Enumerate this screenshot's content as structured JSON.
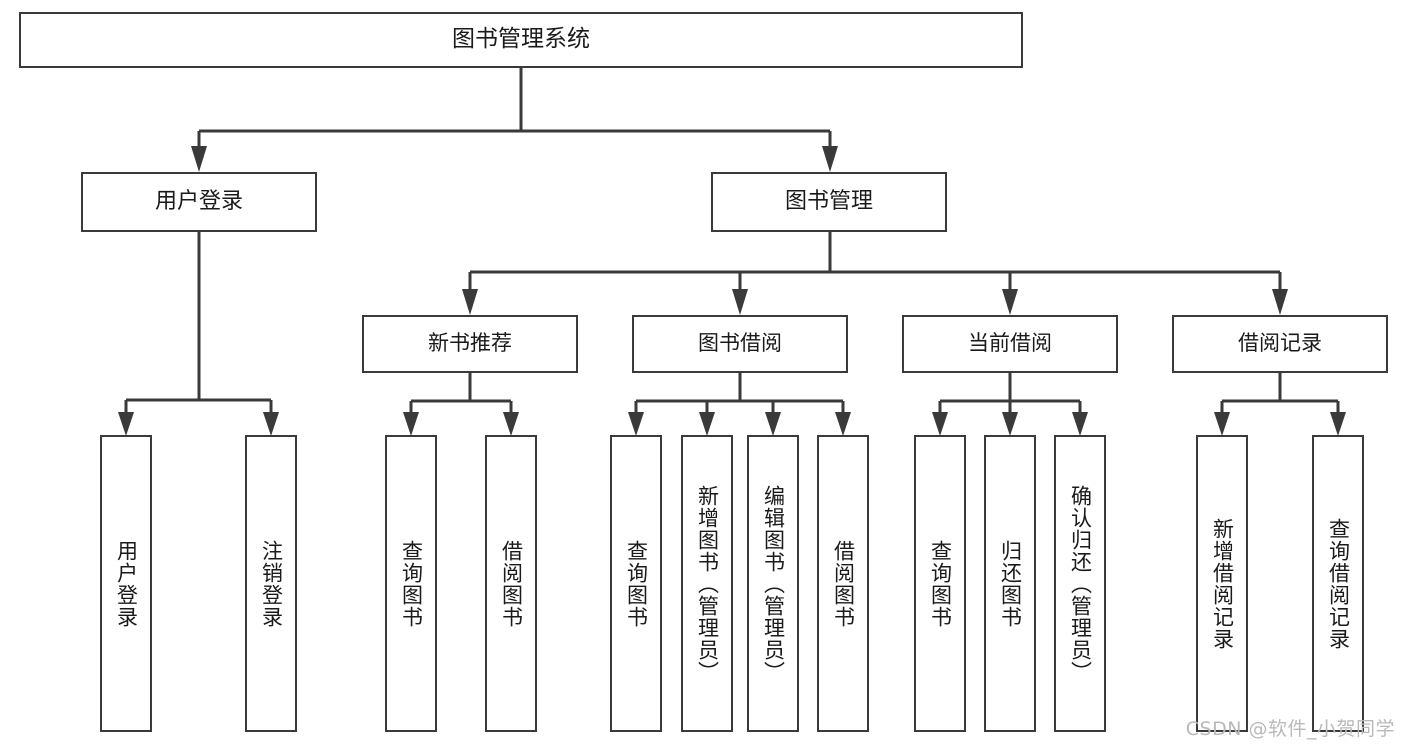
{
  "diagram": {
    "type": "tree-hierarchy-chart",
    "title_node": "图书管理系统",
    "line_color": "#3a3a3a",
    "background_color": "#ffffff",
    "text_color": "#1a1a1a",
    "levels": {
      "root": [
        "图书管理系统"
      ],
      "level2": [
        "用户登录",
        "图书管理"
      ],
      "level3": [
        "新书推荐",
        "图书借阅",
        "当前借阅",
        "借阅记录"
      ],
      "leaves": [
        "用户登录",
        "注销登录",
        "查询图书",
        "借阅图书",
        "查询图书",
        "新增图书（管理员）",
        "编辑图书（管理员）",
        "借阅图书",
        "查询图书",
        "归还图书",
        "确认归还（管理员）",
        "新增借阅记录",
        "查询借阅记录"
      ]
    },
    "nodes": {
      "root": {
        "label": "图书管理系统"
      },
      "user_login": {
        "label": "用户登录"
      },
      "book_manage": {
        "label": "图书管理"
      },
      "new_book_rec": {
        "label": "新书推荐"
      },
      "book_borrow": {
        "label": "图书借阅"
      },
      "current_borrow": {
        "label": "当前借阅"
      },
      "borrow_record": {
        "label": "借阅记录"
      },
      "leaf_user_login": {
        "label": "用户登录"
      },
      "leaf_logout": {
        "label": "注销登录"
      },
      "leaf_query_book_1": {
        "label": "查询图书"
      },
      "leaf_borrow_book_1": {
        "label": "借阅图书"
      },
      "leaf_query_book_2": {
        "label": "查询图书"
      },
      "leaf_add_book": {
        "label": "新增图书（管理员）"
      },
      "leaf_edit_book": {
        "label": "编辑图书（管理员）"
      },
      "leaf_borrow_book_2": {
        "label": "借阅图书"
      },
      "leaf_query_book_3": {
        "label": "查询图书"
      },
      "leaf_return_book": {
        "label": "归还图书"
      },
      "leaf_confirm_return": {
        "label": "确认归还（管理员）"
      },
      "leaf_add_record": {
        "label": "新增借阅记录"
      },
      "leaf_query_record": {
        "label": "查询借阅记录"
      }
    }
  },
  "watermark": {
    "text": "CSDN @软件_小贺同学"
  }
}
